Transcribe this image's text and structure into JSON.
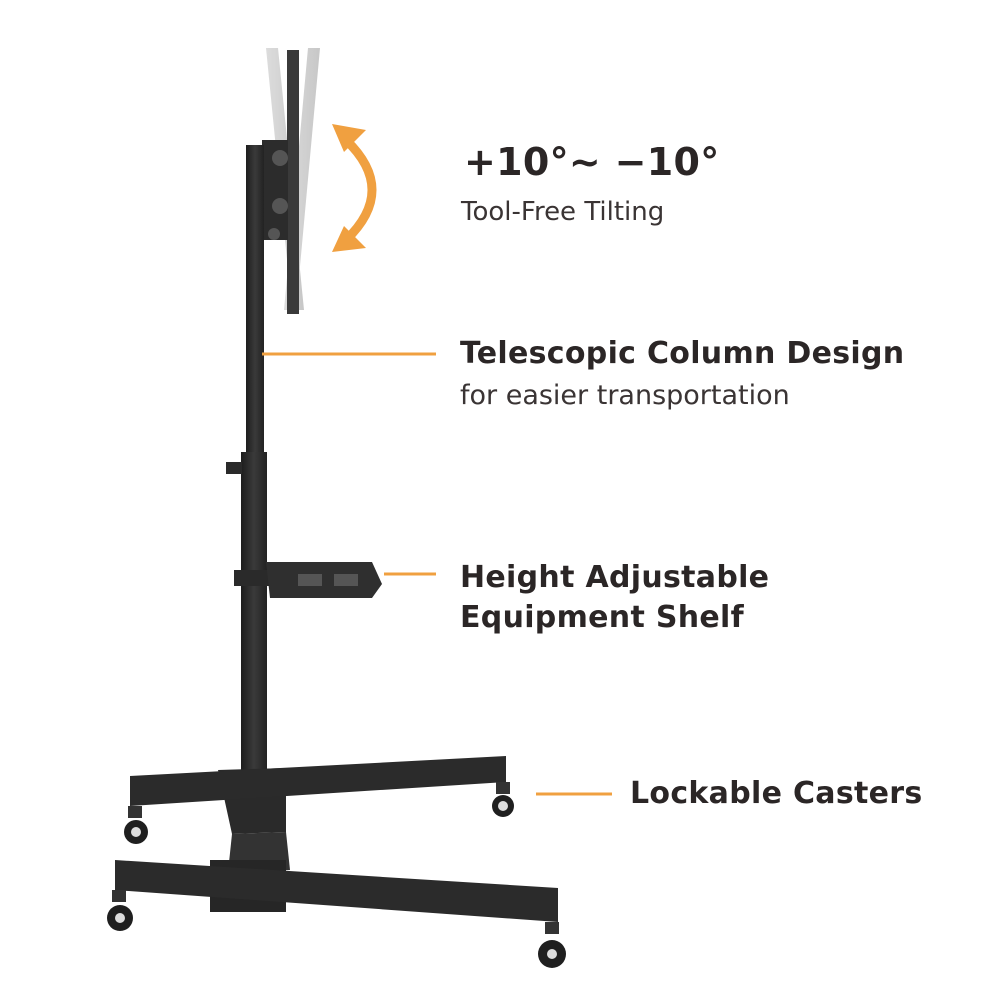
{
  "accent_color": "#f0a040",
  "product_color": "#2a2a2a",
  "callouts": {
    "tilt": {
      "heading": "+10°~ −10°",
      "sub": "Tool-Free Tilting"
    },
    "column": {
      "heading": "Telescopic Column Design",
      "sub": "for easier transportation"
    },
    "shelf": {
      "heading_line1": "Height Adjustable",
      "heading_line2": "Equipment Shelf"
    },
    "casters": {
      "heading": "Lockable Casters"
    }
  }
}
